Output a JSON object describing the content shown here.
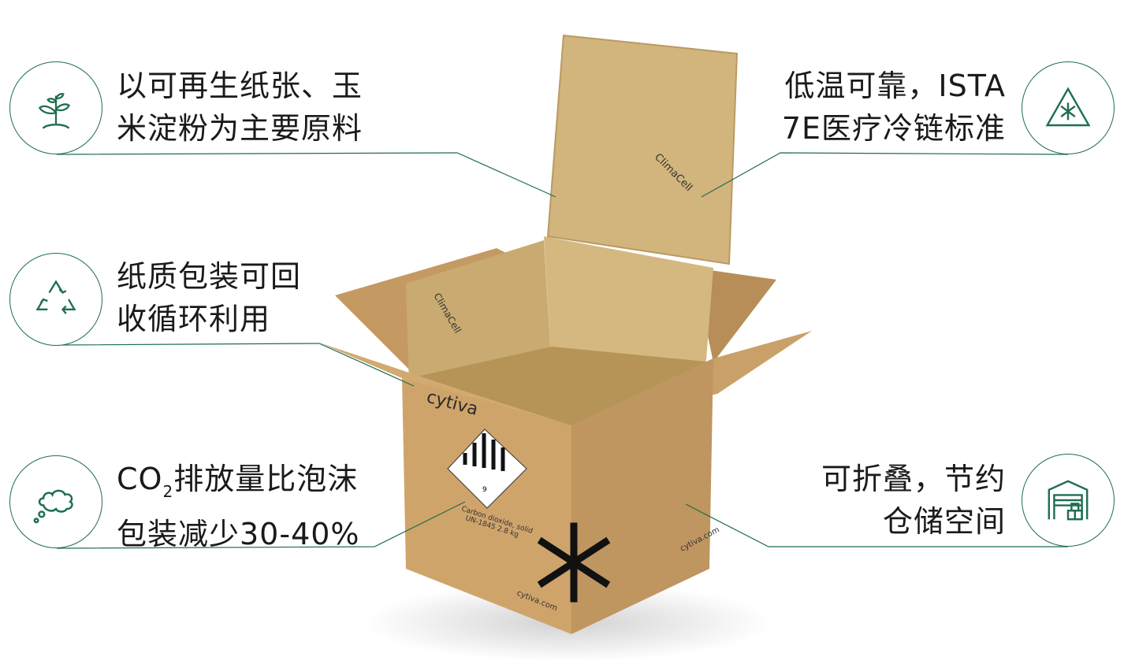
{
  "colors": {
    "accent": "#1f6e4f",
    "text": "#1a1a1a",
    "cardboard": "#c99f68",
    "insulation": "#cfb27a"
  },
  "features": [
    {
      "icon": "sprout-icon",
      "lines": [
        "以可再生纸张、玉",
        "米淀粉为主要原料"
      ]
    },
    {
      "icon": "recycle-icon",
      "lines": [
        "纸质包装可回",
        "收循环利用"
      ]
    },
    {
      "icon": "cloud-icon",
      "prefix": "CO",
      "sub": "2",
      "lines": [
        "排放量比泡沫",
        "包装减少30-40%"
      ]
    },
    {
      "icon": "snowflake-warning-icon",
      "lines": [
        "低温可靠，ISTA",
        "7E医疗冷链标准"
      ]
    },
    {
      "icon": "warehouse-icon",
      "lines": [
        "可折叠，节约",
        "仓储空间"
      ]
    }
  ],
  "box": {
    "brand": "cytiva",
    "insulation_brand": "ClimaCell",
    "hazard_class": "9",
    "label_line1": "Carbon dioxide, solid",
    "label_line2": "UN-1845  2.8 kg",
    "website": "cytiva.com"
  }
}
